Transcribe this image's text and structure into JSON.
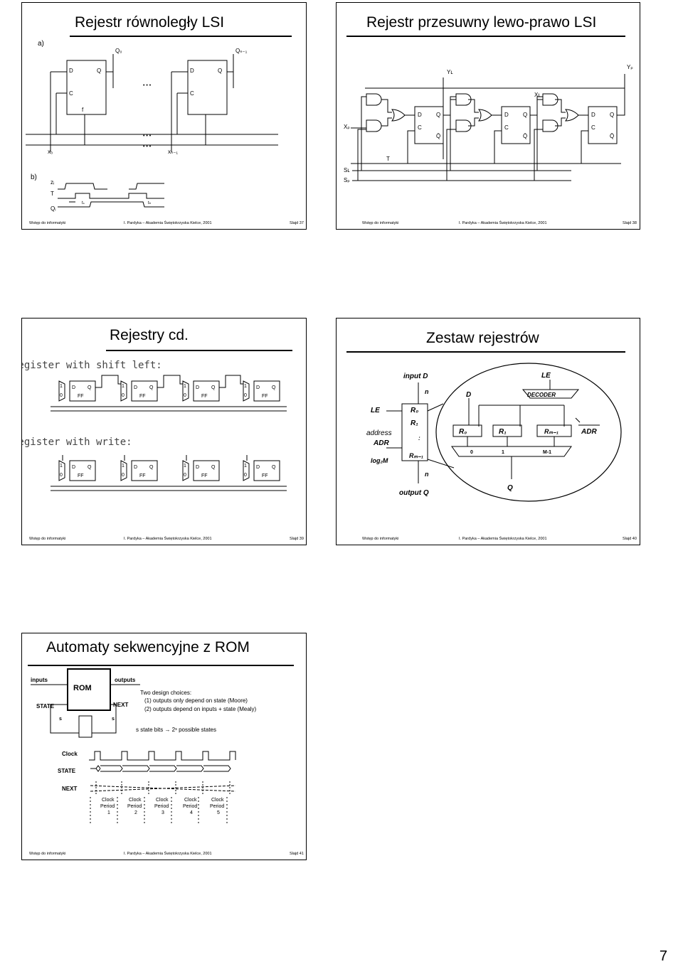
{
  "footer": {
    "course": "Wstęp do informatyki",
    "author": "I. Pardyka – Akademia Świętokrzyska Kielce, 2001"
  },
  "slides": [
    {
      "title": "Rejestr równoległy LSI",
      "slide_no": "Slajd 37",
      "labels": {
        "a": "a)",
        "b": "b)",
        "q0": "Q₀",
        "qn1": "Qₙ₋₁",
        "d": "D",
        "q": "Q",
        "c": "C",
        "f": "f",
        "z": "Z",
        "t": "T",
        "x0": "x₀",
        "xn1": "xₙ₋₁",
        "zi": "zᵢ",
        "qi": "Qᵢ",
        "ts": "tₛ",
        "th": "tₕ",
        "dots": "• • •"
      }
    },
    {
      "title": "Rejestr przesuwny lewo-prawo LSI",
      "slide_no": "Slajd 38",
      "labels": {
        "yl": "Yʟ",
        "yp": "Yₚ",
        "xl": "Xʟ",
        "xp": "Xₚ",
        "d": "D",
        "q": "Q",
        "qbar": "Q̄",
        "c": "C",
        "t": "T",
        "sl": "Sʟ",
        "sp": "Sₚ"
      }
    },
    {
      "title": "Rejestry cd.",
      "slide_no": "Slajd 39",
      "labels": {
        "shift_left": "Register with shift left:",
        "write": "Register with write:",
        "d": "D",
        "q": "Q",
        "ff": "FF",
        "one": "1",
        "zero": "0"
      }
    },
    {
      "title": "Zestaw rejestrów",
      "slide_no": "Slajd 40",
      "labels": {
        "input_d": "input D",
        "n": "n",
        "le": "LE",
        "r0": "R₀",
        "r1": "R₁",
        "rm1": "Rₘ₋₁",
        "address": "address",
        "adr": "ADR",
        "log2m": "log₂M",
        "output_q": "output Q",
        "d": "D",
        "decoder": "DECODER",
        "q": "Q",
        "sel0": "0",
        "sel1": "1",
        "selm1": "M-1"
      }
    },
    {
      "title": "Automaty sekwencyjne z ROM",
      "slide_no": "Slajd 41",
      "labels": {
        "inputs": "inputs",
        "outputs": "outputs",
        "rom": "ROM",
        "state": "STATE",
        "next": "NEXT",
        "s": "s",
        "choices": "Two design choices:",
        "choice1": "(1) outputs only depend on state (Moore)",
        "choice2": "(2) outputs depend on inputs + state (Mealy)",
        "state_bits": "s state bits → 2ˢ possible states",
        "clock": "Clock",
        "clock_period": "Clock",
        "period": "Period",
        "p1": "1",
        "p2": "2",
        "p3": "3",
        "p4": "4",
        "p5": "5"
      }
    }
  ],
  "page_number": "7"
}
